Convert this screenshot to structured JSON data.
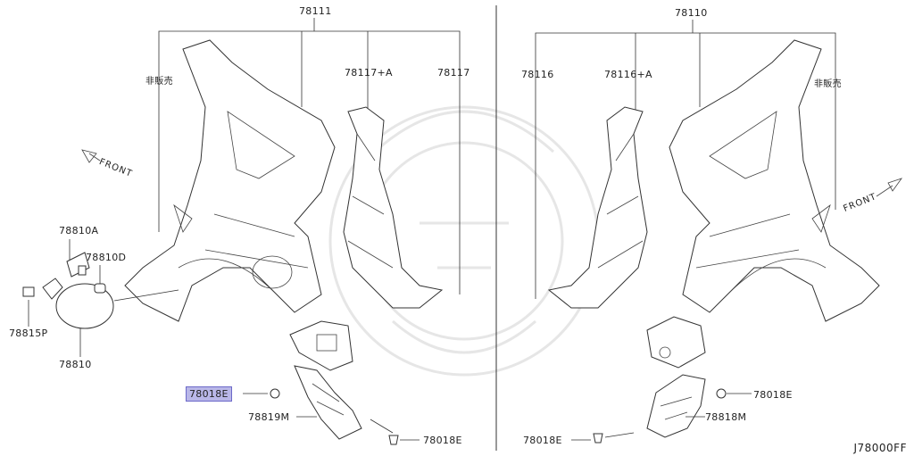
{
  "labels": {
    "left_assembly": "78111",
    "right_assembly": "78110",
    "left_not_sold": "非販売",
    "right_not_sold": "非販売",
    "left_inner_a": "78117+A",
    "left_inner": "78117",
    "right_inner": "78116",
    "right_inner_a": "78116+A",
    "lid_hinge": "78810A",
    "lid_bumper": "78810D",
    "lid_spring": "78815P",
    "fuel_lid": "78810",
    "clip_highlighted": "78018E",
    "left_mudguard": "78819M",
    "left_clip_bottom": "78018E",
    "right_clip_bottom": "78018E",
    "right_mudguard": "78818M",
    "right_clip_side": "78018E",
    "front_left": "FRONT",
    "front_right": "FRONT",
    "diagram_code": "J78000FF"
  },
  "colors": {
    "highlight_fill": "#b9b7e8",
    "highlight_border": "#6c69c9",
    "line": "#333333"
  }
}
